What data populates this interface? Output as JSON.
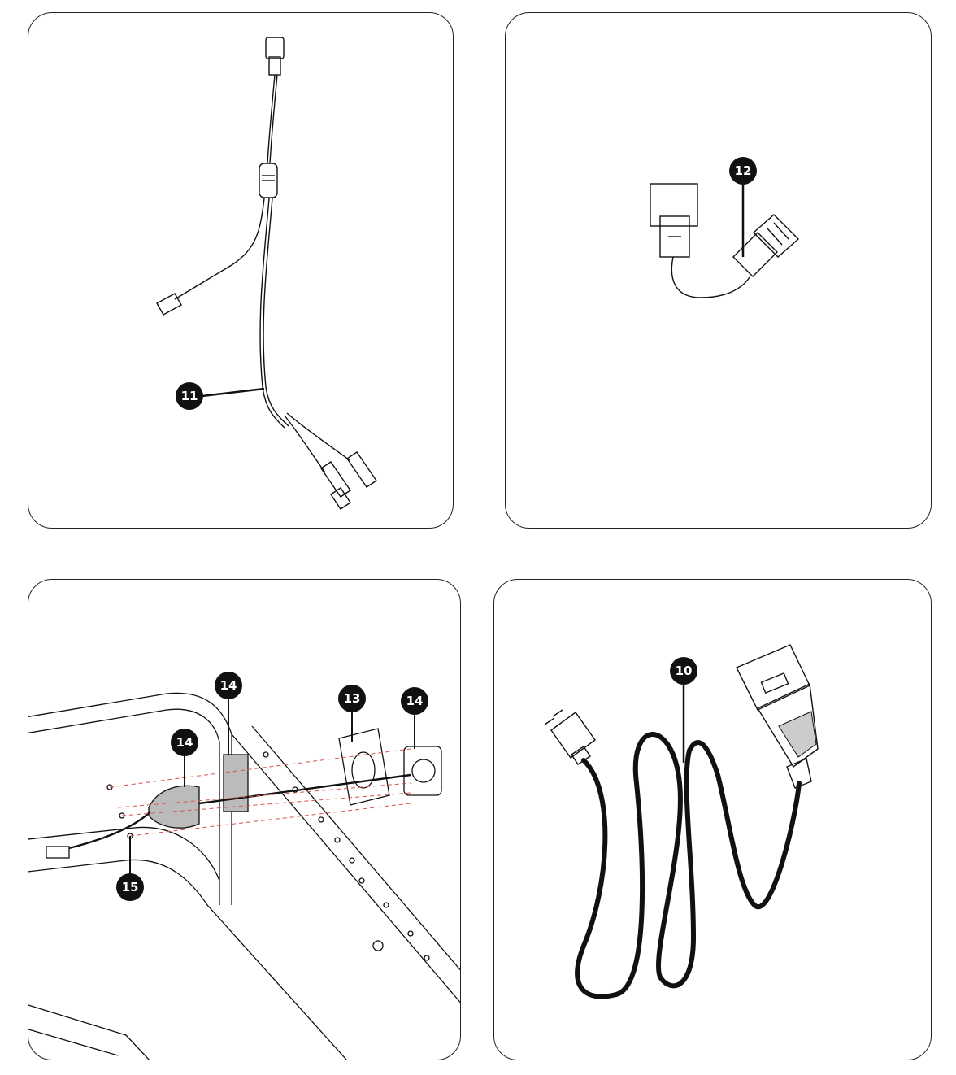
{
  "panels": [
    {
      "id": "harness",
      "callouts": [
        {
          "label": "11"
        }
      ]
    },
    {
      "id": "adapter",
      "callouts": [
        {
          "label": "12"
        }
      ]
    },
    {
      "id": "frame",
      "callouts": [
        {
          "label": "14"
        },
        {
          "label": "13"
        },
        {
          "label": "14"
        },
        {
          "label": "14"
        },
        {
          "label": "15"
        }
      ]
    },
    {
      "id": "cord",
      "callouts": [
        {
          "label": "10"
        }
      ]
    }
  ],
  "colors": {
    "line": "#111111",
    "panel_border": "#222222",
    "dashed": "#d9534f",
    "grey": "#9a9a9a"
  }
}
